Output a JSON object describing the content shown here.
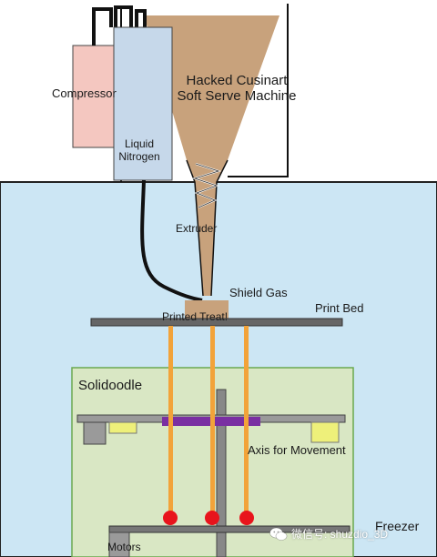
{
  "labels": {
    "machine_line1": "Hacked Cusinart",
    "machine_line2": "Soft Serve Machine",
    "compressor": "Compressor",
    "liquid_line1": "Liquid",
    "liquid_line2": "Nitrogen",
    "extruder": "Extruder",
    "shield_gas": "Shield Gas",
    "print_bed": "Print Bed",
    "printed_treat": "Printed Treat!",
    "solidoodle": "Solidoodle",
    "axis_for_movement": "Axis for Movement",
    "freezer": "Freezer",
    "motors": "Motors"
  },
  "watermark": {
    "text": "微信号: shuzdio_3D",
    "icon": "wechat-icon"
  },
  "colors": {
    "freezer_fill": "#cce6f4",
    "solidoodle_fill": "#d9e7c4",
    "solidoodle_border": "#6aa84f",
    "compressor_fill": "#f4c7c0",
    "nitrogen_fill": "#c6d8ea",
    "ice_cream": "#c8a27c",
    "rods": "#f2a33a",
    "motor_balls": "#e8141c",
    "platform": "#7a2fa2",
    "bar_gray": "#666666"
  }
}
